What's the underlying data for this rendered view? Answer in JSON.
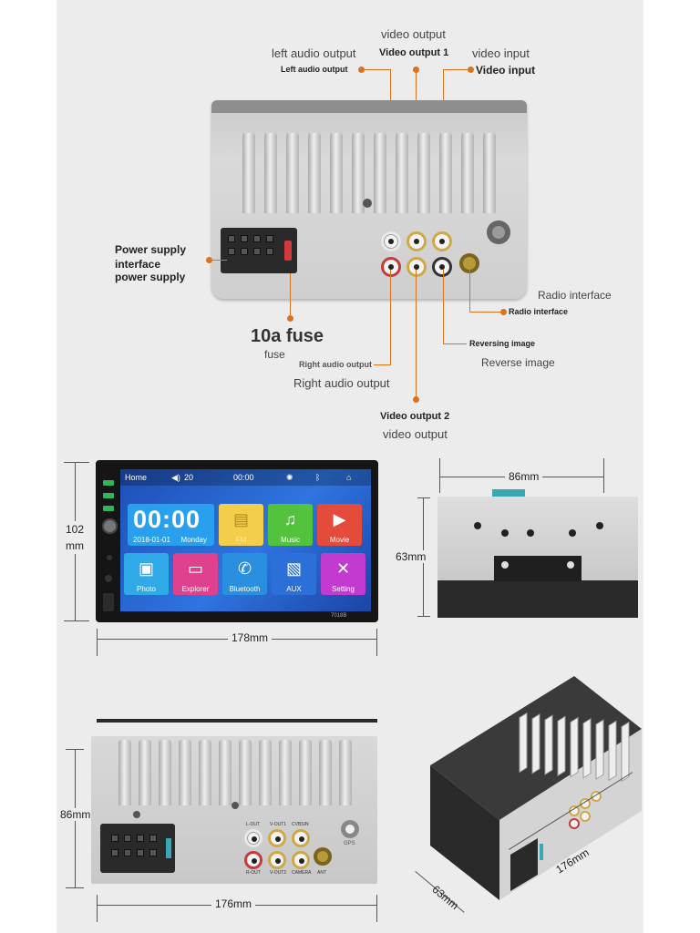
{
  "top_labels": {
    "video_output_grey": "video output",
    "left_audio_output_grey": "left audio output",
    "left_audio_output_bold": "Left audio output",
    "video_output_1": "Video output 1",
    "video_input_grey": "video input",
    "video_input_bold": "Video input",
    "power_supply_interface": "Power supply interface",
    "power_supply": "power supply",
    "fuse_bold": "10a fuse",
    "fuse_grey": "fuse",
    "radio_interface_grey": "Radio interface",
    "radio_interface_bold": "Radio interface",
    "reversing_image": "Reversing image",
    "reverse_image": "Reverse image",
    "right_audio_output_bold": "Right audio output",
    "right_audio_output_grey": "Right audio output",
    "video_output_2": "Video output 2",
    "video_output_grey_2": "video output"
  },
  "front_unit": {
    "height_label": "102\nmm",
    "width_label": "178mm",
    "model": "7018B",
    "status": {
      "home": "Home",
      "volume": "20",
      "time": "00:00"
    },
    "clock": {
      "time": "00:00",
      "date": "2018-01-01",
      "day": "Monday"
    },
    "tiles": [
      "FM",
      "Music",
      "Movie",
      "Photo",
      "Explorer",
      "Bluetooth",
      "AUX",
      "Setting"
    ],
    "colors": {
      "screen": "#2f74e0",
      "clock_tile": "#29a0ee"
    }
  },
  "side_unit": {
    "width_label": "86mm",
    "height_label": "63mm"
  },
  "rear_unit": {
    "height_label": "86mm",
    "width_label": "176mm",
    "jack_labels": [
      "L-OUT",
      "V-OUT1",
      "CVBSIN",
      "R-OUT",
      "V-OUT2",
      "CAMERA",
      "ANT",
      "GPS"
    ]
  },
  "iso_unit": {
    "width_label": "176mm",
    "depth_label": "63mm"
  }
}
